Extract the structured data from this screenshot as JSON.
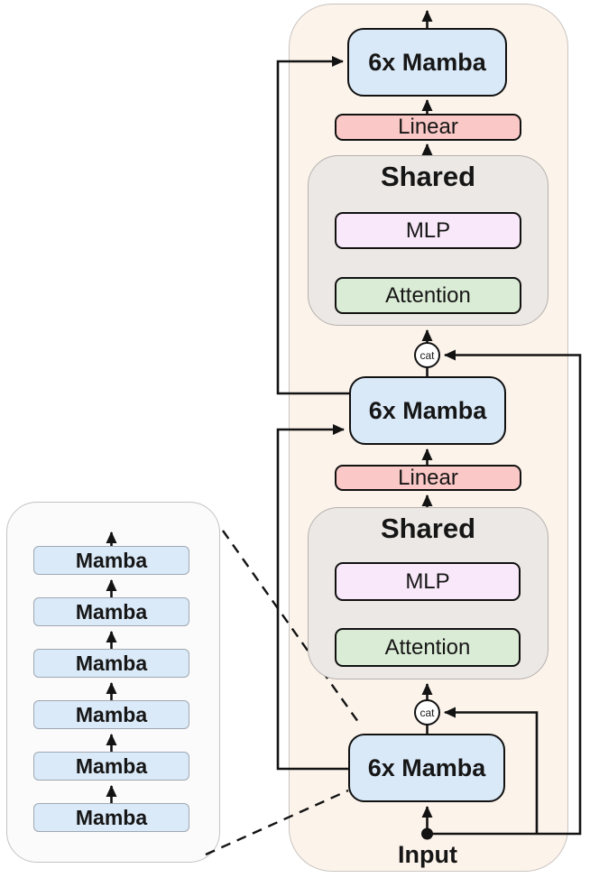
{
  "main": {
    "input_label": "Input",
    "cat_top_label": "cat",
    "cat_bottom_label": "cat",
    "top_stage": {
      "mamba": "6x Mamba",
      "linear": "Linear",
      "shared_title": "Shared",
      "mlp": "MLP",
      "attention": "Attention"
    },
    "bottom_stage": {
      "mamba": "6x Mamba",
      "linear": "Linear",
      "shared_title": "Shared",
      "mlp": "MLP",
      "attention": "Attention"
    },
    "input_mamba": "6x Mamba"
  },
  "zoom_box": {
    "mamba_layers": [
      "Mamba",
      "Mamba",
      "Mamba",
      "Mamba",
      "Mamba",
      "Mamba"
    ]
  },
  "colors": {
    "canvas_bg": "#FFFFFF",
    "main_container_bg": "#FCF3EB",
    "main_container_border": "#C9C4C0",
    "mamba_block_bg": "#DAE9F8",
    "block_border": "#111111",
    "linear_bg": "#FAC8C6",
    "shared_bg": "#ECE8E5",
    "shared_border": "#B5B0AC",
    "mlp_bg": "#F8E8F9",
    "attention_bg": "#DBECD6",
    "zoom_box_bg": "#FBFBFB",
    "zoom_box_border": "#C3C3C3",
    "zoom_mamba_bg": "#DBEAF8",
    "zoom_mamba_border": "#9FA8B2",
    "wire_color": "#131313",
    "cat_bg": "#FFFFFF"
  }
}
